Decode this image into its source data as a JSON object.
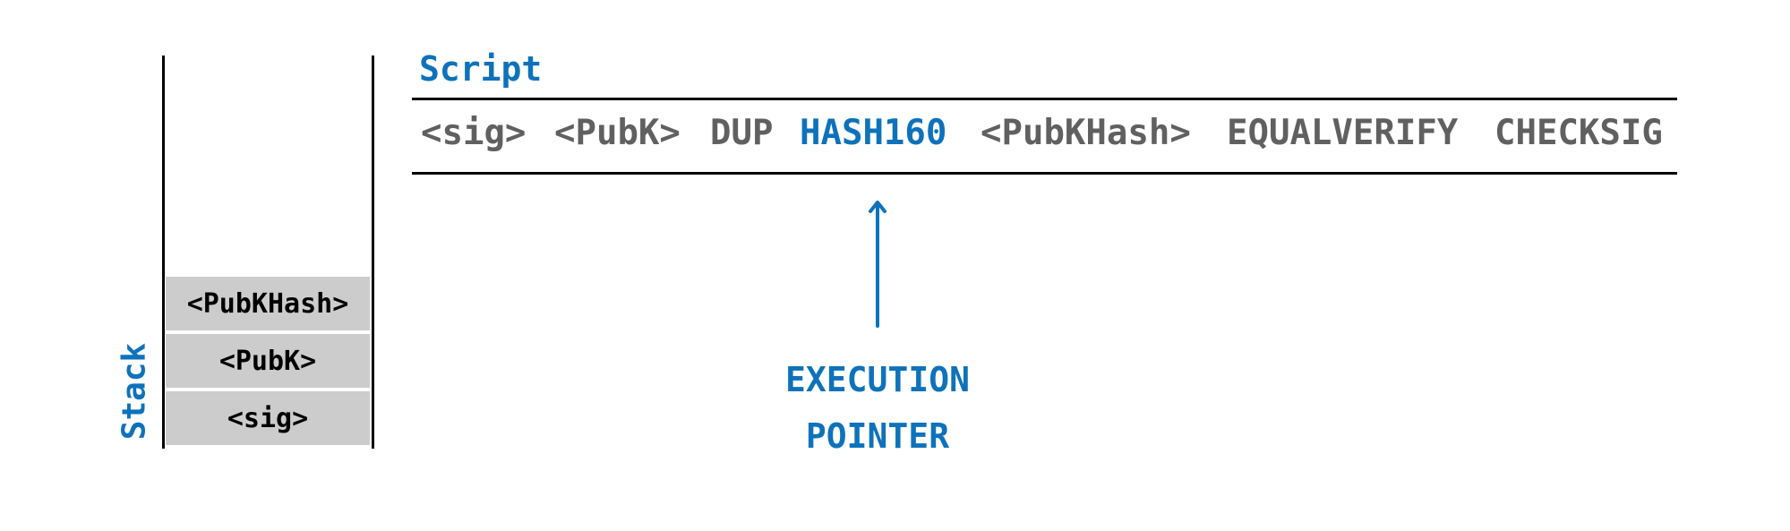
{
  "stack": {
    "label": "Stack",
    "items": [
      {
        "label": "<PubKHash>"
      },
      {
        "label": "<PubK>"
      },
      {
        "label": "<sig>"
      }
    ]
  },
  "script": {
    "heading": "Script",
    "tokens": [
      {
        "text": "<sig>",
        "active": false
      },
      {
        "text": "<PubK>",
        "active": false
      },
      {
        "text": "DUP",
        "active": false
      },
      {
        "text": "HASH160",
        "active": true
      },
      {
        "text": "<PubKHash>",
        "active": false
      },
      {
        "text": "EQUALVERIFY",
        "active": false
      },
      {
        "text": "CHECKSIG",
        "active": false
      }
    ]
  },
  "pointer": {
    "line1": "EXECUTION",
    "line2": "POINTER"
  },
  "colors": {
    "accent": "#0e72bb",
    "token": "#606060",
    "stack_cell": "#cccccc"
  }
}
